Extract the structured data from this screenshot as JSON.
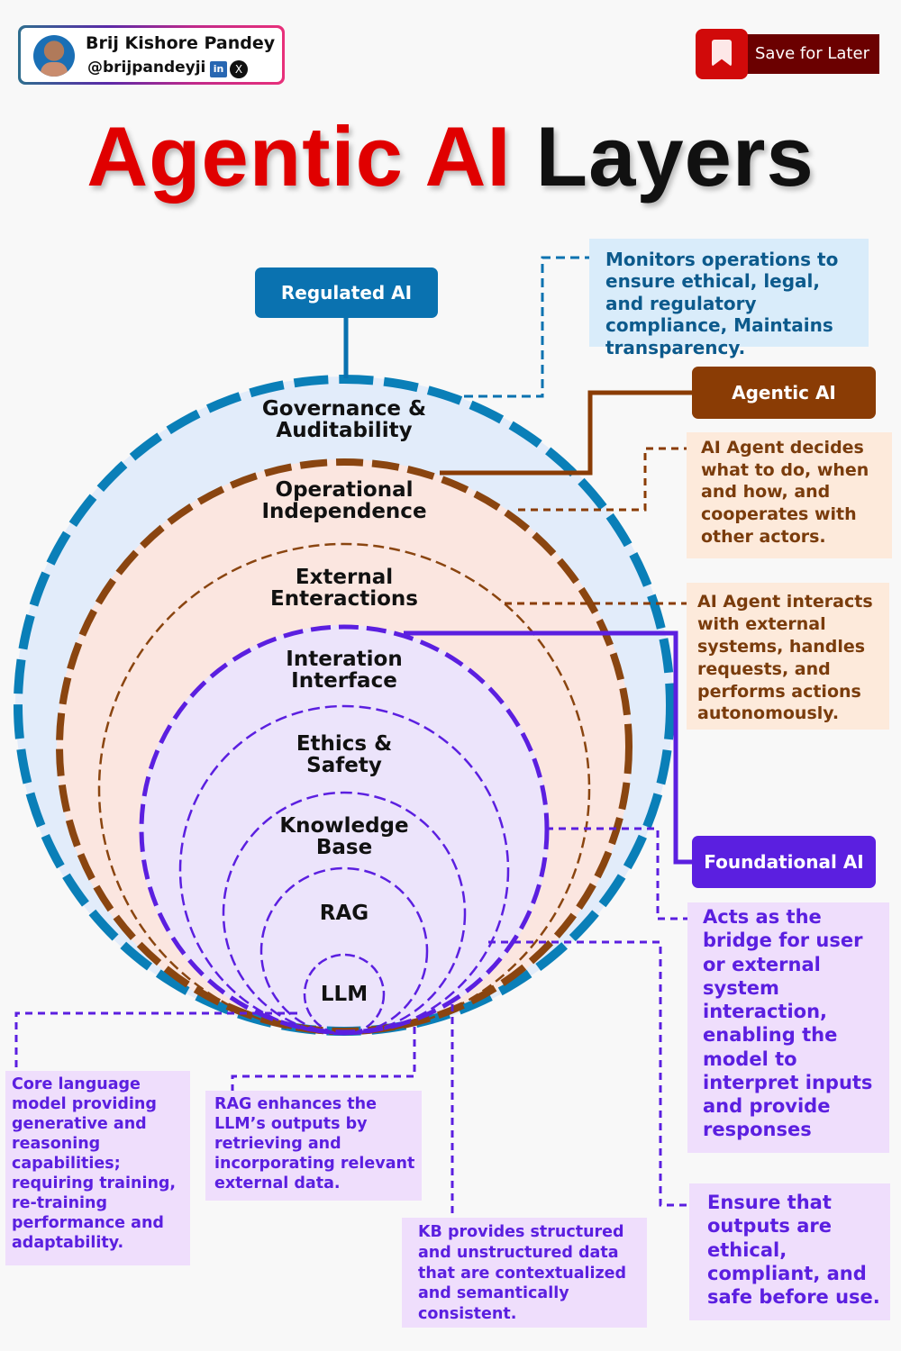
{
  "header": {
    "author_name": "Brij Kishore Pandey",
    "author_handle": "@brijpandeyji",
    "linkedin_icon": "in",
    "x_icon": "X",
    "save_label": "Save for Later"
  },
  "title": {
    "part1": "Agentic AI",
    "part2": "Layers"
  },
  "colors": {
    "regulated": "#0a72b0",
    "agentic": "#8a3c05",
    "foundational": "#5b1fe0",
    "title_red": "#e00000"
  },
  "categories": {
    "regulated": "Regulated AI",
    "agentic": "Agentic AI",
    "foundational": "Foundational AI"
  },
  "layers": [
    {
      "id": "governance",
      "label": "Governance & Auditability",
      "group": "regulated"
    },
    {
      "id": "operational",
      "label": "Operational Independence",
      "group": "agentic"
    },
    {
      "id": "external",
      "label": "External Enteractions",
      "group": "agentic"
    },
    {
      "id": "interface",
      "label": "Interation Interface",
      "group": "foundational"
    },
    {
      "id": "ethics",
      "label": "Ethics & Safety",
      "group": "foundational"
    },
    {
      "id": "kb",
      "label": "Knowledge Base",
      "group": "foundational"
    },
    {
      "id": "rag",
      "label": "RAG",
      "group": "foundational"
    },
    {
      "id": "llm",
      "label": "LLM",
      "group": "foundational"
    }
  ],
  "descriptions": {
    "governance": "Monitors operations to ensure ethical, legal, and regulatory compliance, Maintains transparency.",
    "operational": "AI Agent decides what to do, when and how, and cooperates with other actors.",
    "external": "AI Agent interacts with external systems, handles requests, and performs actions autonomously.",
    "interface": "Acts as the bridge for user or external system interaction, enabling the model to interpret inputs and provide responses",
    "ethics": "Ensure that outputs are ethical, compliant, and safe before use.",
    "kb": "KB provides structured and unstructured data that are contextualized and semantically consistent.",
    "rag": "RAG enhances the LLM’s outputs by retrieving and incorporating relevant external data.",
    "llm": "Core language model providing generative and reasoning capabilities; requiring training, re-training performance and adaptability."
  }
}
